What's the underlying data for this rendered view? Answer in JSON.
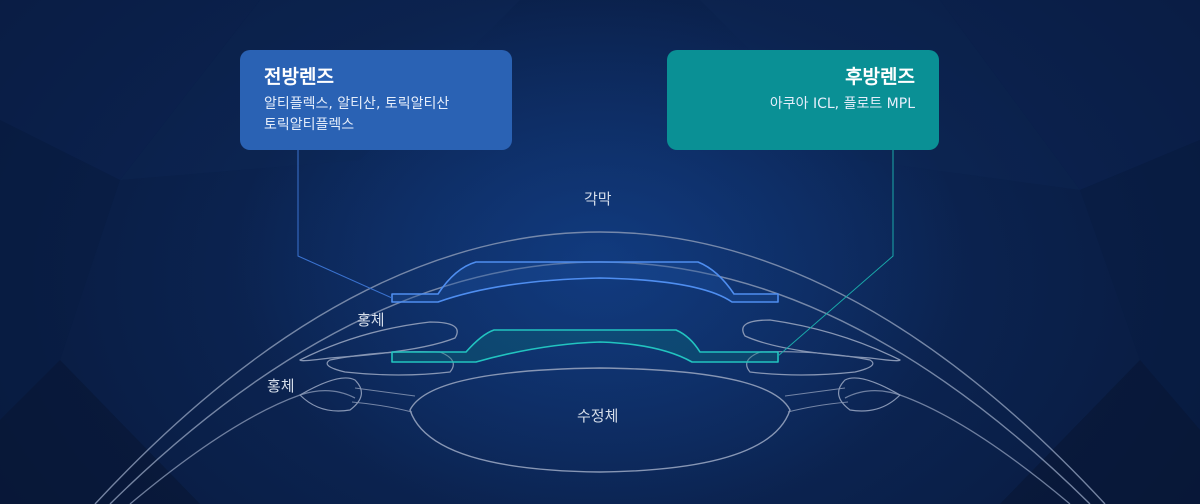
{
  "callouts": {
    "anterior": {
      "title": "전방렌즈",
      "lines": [
        "알티플렉스, 알티산, 토릭알티산",
        "토릭알티플렉스"
      ]
    },
    "posterior": {
      "title": "후방렌즈",
      "lines": [
        "아쿠아 ICL, 플로트 MPL"
      ]
    }
  },
  "labels": {
    "cornea": "각막",
    "iris_top": "홍체",
    "iris_left": "홍체",
    "lens": "수정체"
  },
  "colors": {
    "anterior_box": "#2a62b4",
    "posterior_box": "#0a9095",
    "anterior_lens_stroke": "#4f8ef0",
    "posterior_lens_stroke": "#22c4c0",
    "anatomy_stroke": "#8796b4"
  }
}
